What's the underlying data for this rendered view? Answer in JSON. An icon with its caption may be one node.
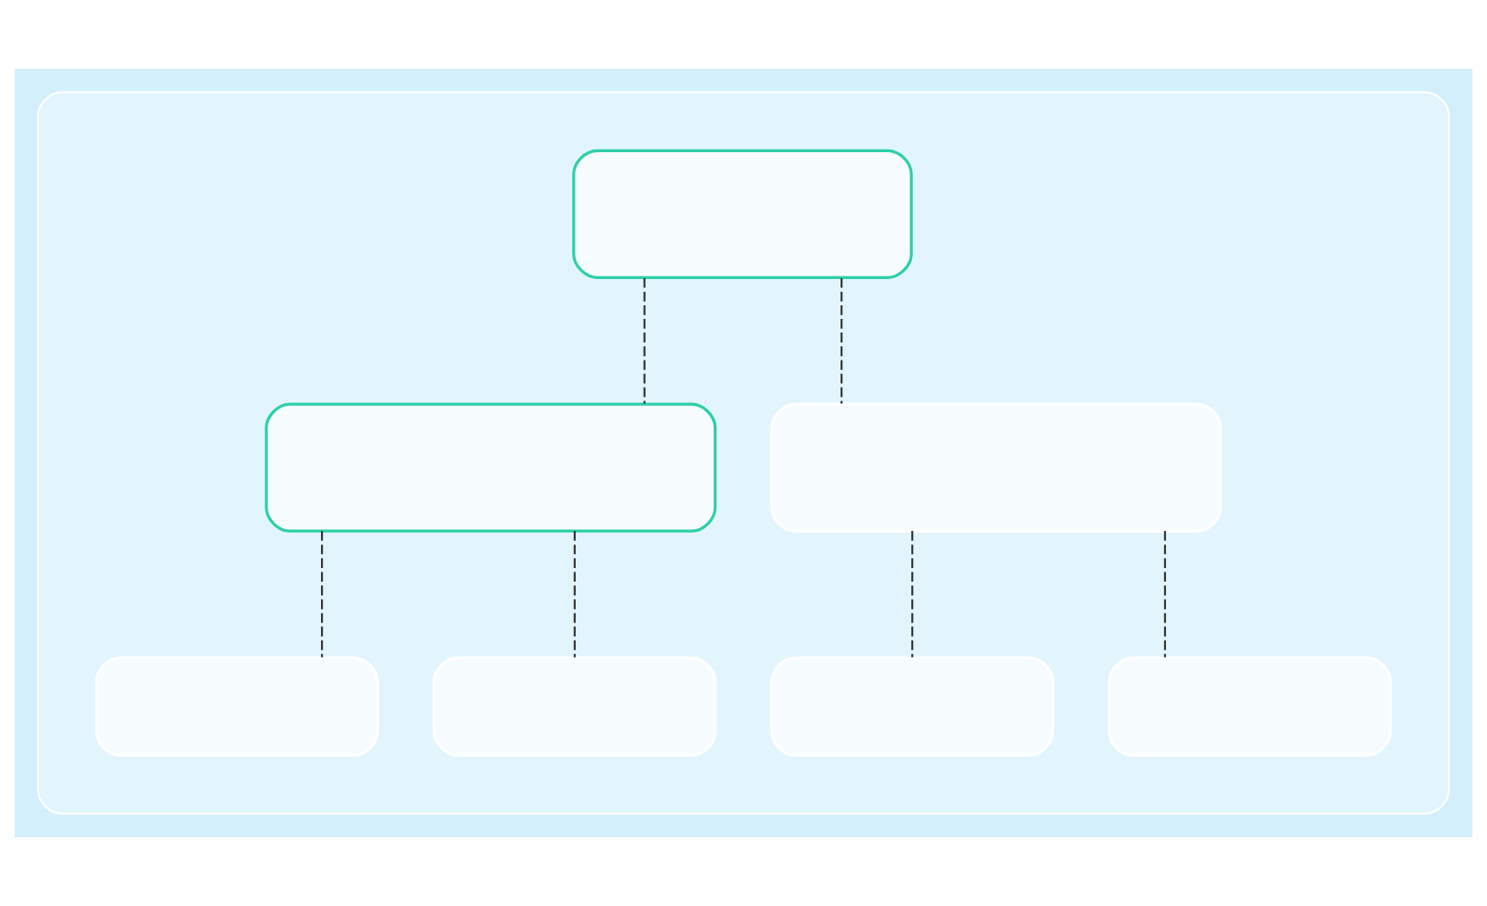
{
  "diagram": {
    "nodes": [
      {
        "text": [],
        "shape": "box"
      },
      {
        "text": [],
        "shape": "box",
        "in": 0
      },
      {
        "text": [],
        "shape": "box",
        "in": 0
      },
      {
        "text": [],
        "shape": "box",
        "in": 0
      },
      {
        "text": [],
        "shape": "box",
        "in": 0
      },
      {
        "text": [],
        "shape": "box",
        "in": 0
      },
      {
        "text": [],
        "shape": "box",
        "in": 0
      },
      {
        "text": [],
        "shape": "box",
        "in": 0
      }
    ],
    "edges": [
      {
        "from": 1,
        "to": 2,
        "arrow": "none",
        "style": "dashed"
      },
      {
        "from": 1,
        "to": 3,
        "arrow": "none",
        "style": "dashed"
      },
      {
        "from": 2,
        "to": 4,
        "arrow": "none",
        "style": "dashed"
      },
      {
        "from": 2,
        "to": 5,
        "arrow": "none",
        "style": "dashed"
      },
      {
        "from": 3,
        "to": 6,
        "arrow": "none",
        "style": "dashed"
      },
      {
        "from": 3,
        "to": 7,
        "arrow": "none",
        "style": "dashed"
      }
    ]
  }
}
